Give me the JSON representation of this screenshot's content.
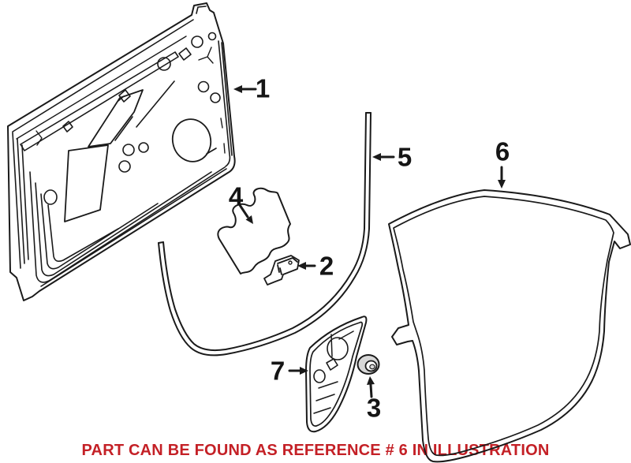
{
  "illustration": {
    "background_color": "#ffffff",
    "line_color": "#1a1a1a",
    "grommet_fill": "#d8d8d8"
  },
  "callouts": {
    "c1": "1",
    "c2": "2",
    "c3": "3",
    "c4": "4",
    "c5": "5",
    "c6": "6",
    "c7": "7"
  },
  "footer": {
    "notice": "PART CAN BE FOUND AS REFERENCE # 6 IN ILLUSTRATION",
    "color": "#c42026"
  }
}
